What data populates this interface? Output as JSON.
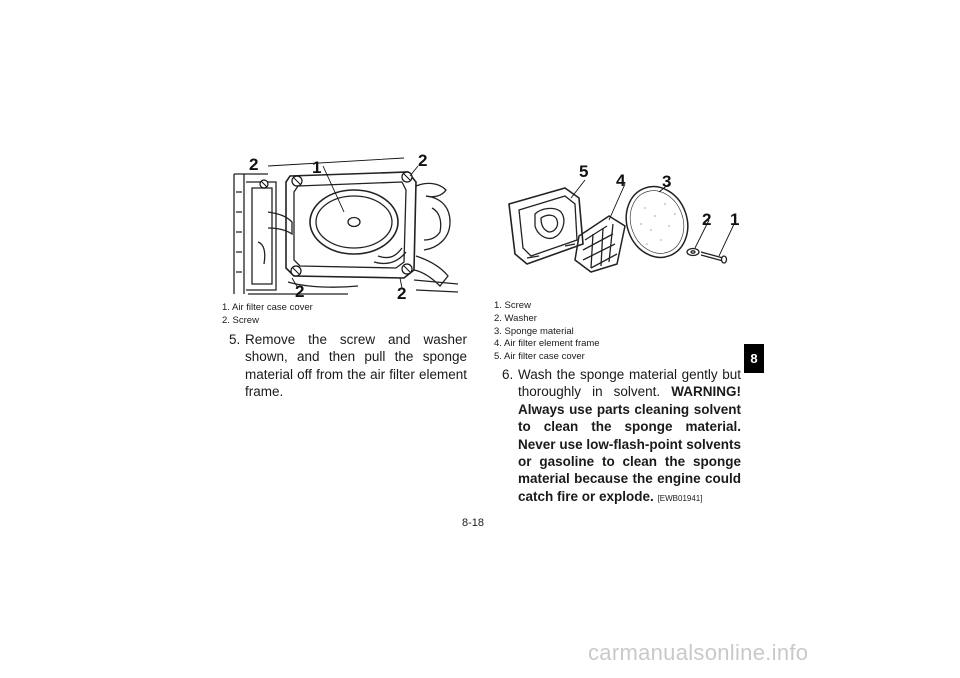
{
  "figure_left": {
    "callouts": [
      "2",
      "1",
      "2",
      "2",
      "2"
    ],
    "legend": [
      "1. Air filter case cover",
      "2. Screw"
    ]
  },
  "figure_right": {
    "callouts": [
      "5",
      "4",
      "3",
      "2",
      "1"
    ],
    "legend": [
      "1. Screw",
      "2. Washer",
      "3. Sponge material",
      "4. Air filter element frame",
      "5. Air filter case cover"
    ]
  },
  "step5": {
    "num": "5.",
    "text": "Remove the screw and washer shown, and then pull the sponge material off from the air filter element frame."
  },
  "step6": {
    "num": "6.",
    "text": "Wash the sponge material gently but thoroughly in solvent.",
    "warning": "WARNING! Always use parts cleaning solvent to clean the sponge material. Never use low-flash-point solvents or gasoline to clean the sponge material because the engine could catch fire or explode.",
    "code": "[EWB01941]"
  },
  "section_tab": "8",
  "page_number": "8-18",
  "watermark": "carmanualsonline.info"
}
